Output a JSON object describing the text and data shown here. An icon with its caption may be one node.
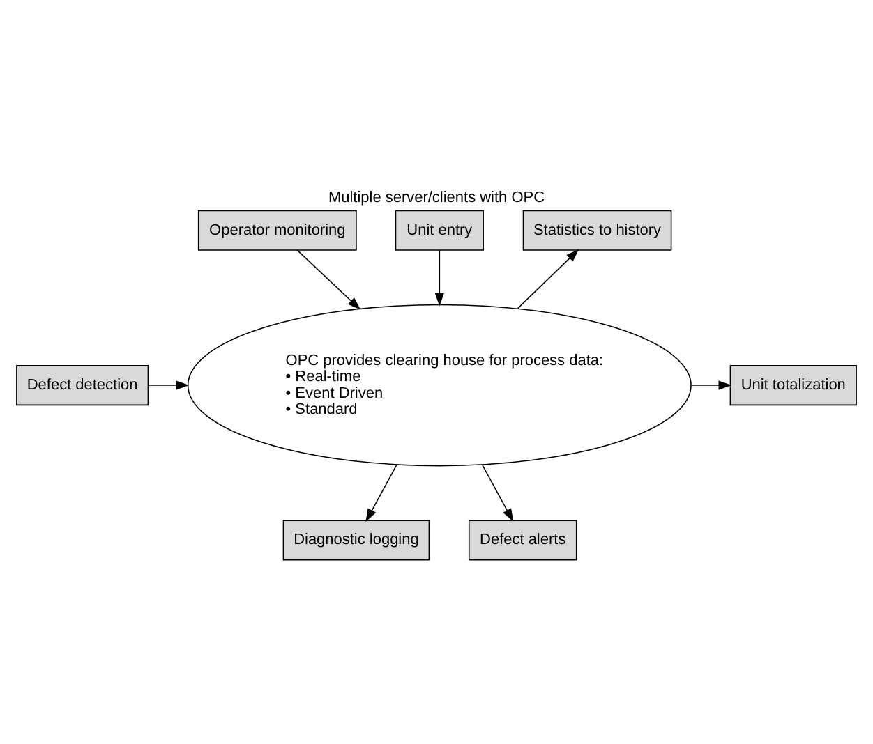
{
  "diagram": {
    "title": "Multiple server/clients with OPC",
    "nodes": [
      {
        "text": [
          "Operator monitoring"
        ]
      },
      {
        "text": [
          "Unit entry"
        ]
      },
      {
        "text": [
          "Statistics to history"
        ]
      },
      {
        "text": [
          "OPC provides clearing house for process data:",
          "• Real-time",
          "• Event Driven",
          "• Standard"
        ]
      },
      {
        "text": [
          "Defect detection"
        ]
      },
      {
        "text": [
          "Unit totalization"
        ]
      },
      {
        "text": [
          "Diagnostic logging"
        ]
      },
      {
        "text": [
          "Defect alerts"
        ]
      }
    ],
    "edges": [
      {
        "from": 0,
        "to": 3,
        "arrow": "to"
      },
      {
        "from": 1,
        "to": 3,
        "arrow": "to"
      },
      {
        "from": 3,
        "to": 2,
        "arrow": "to"
      },
      {
        "from": 4,
        "to": 3,
        "arrow": "to"
      },
      {
        "from": 3,
        "to": 5,
        "arrow": "to"
      },
      {
        "from": 3,
        "to": 6,
        "arrow": "to"
      },
      {
        "from": 3,
        "to": 7,
        "arrow": "to"
      }
    ]
  }
}
